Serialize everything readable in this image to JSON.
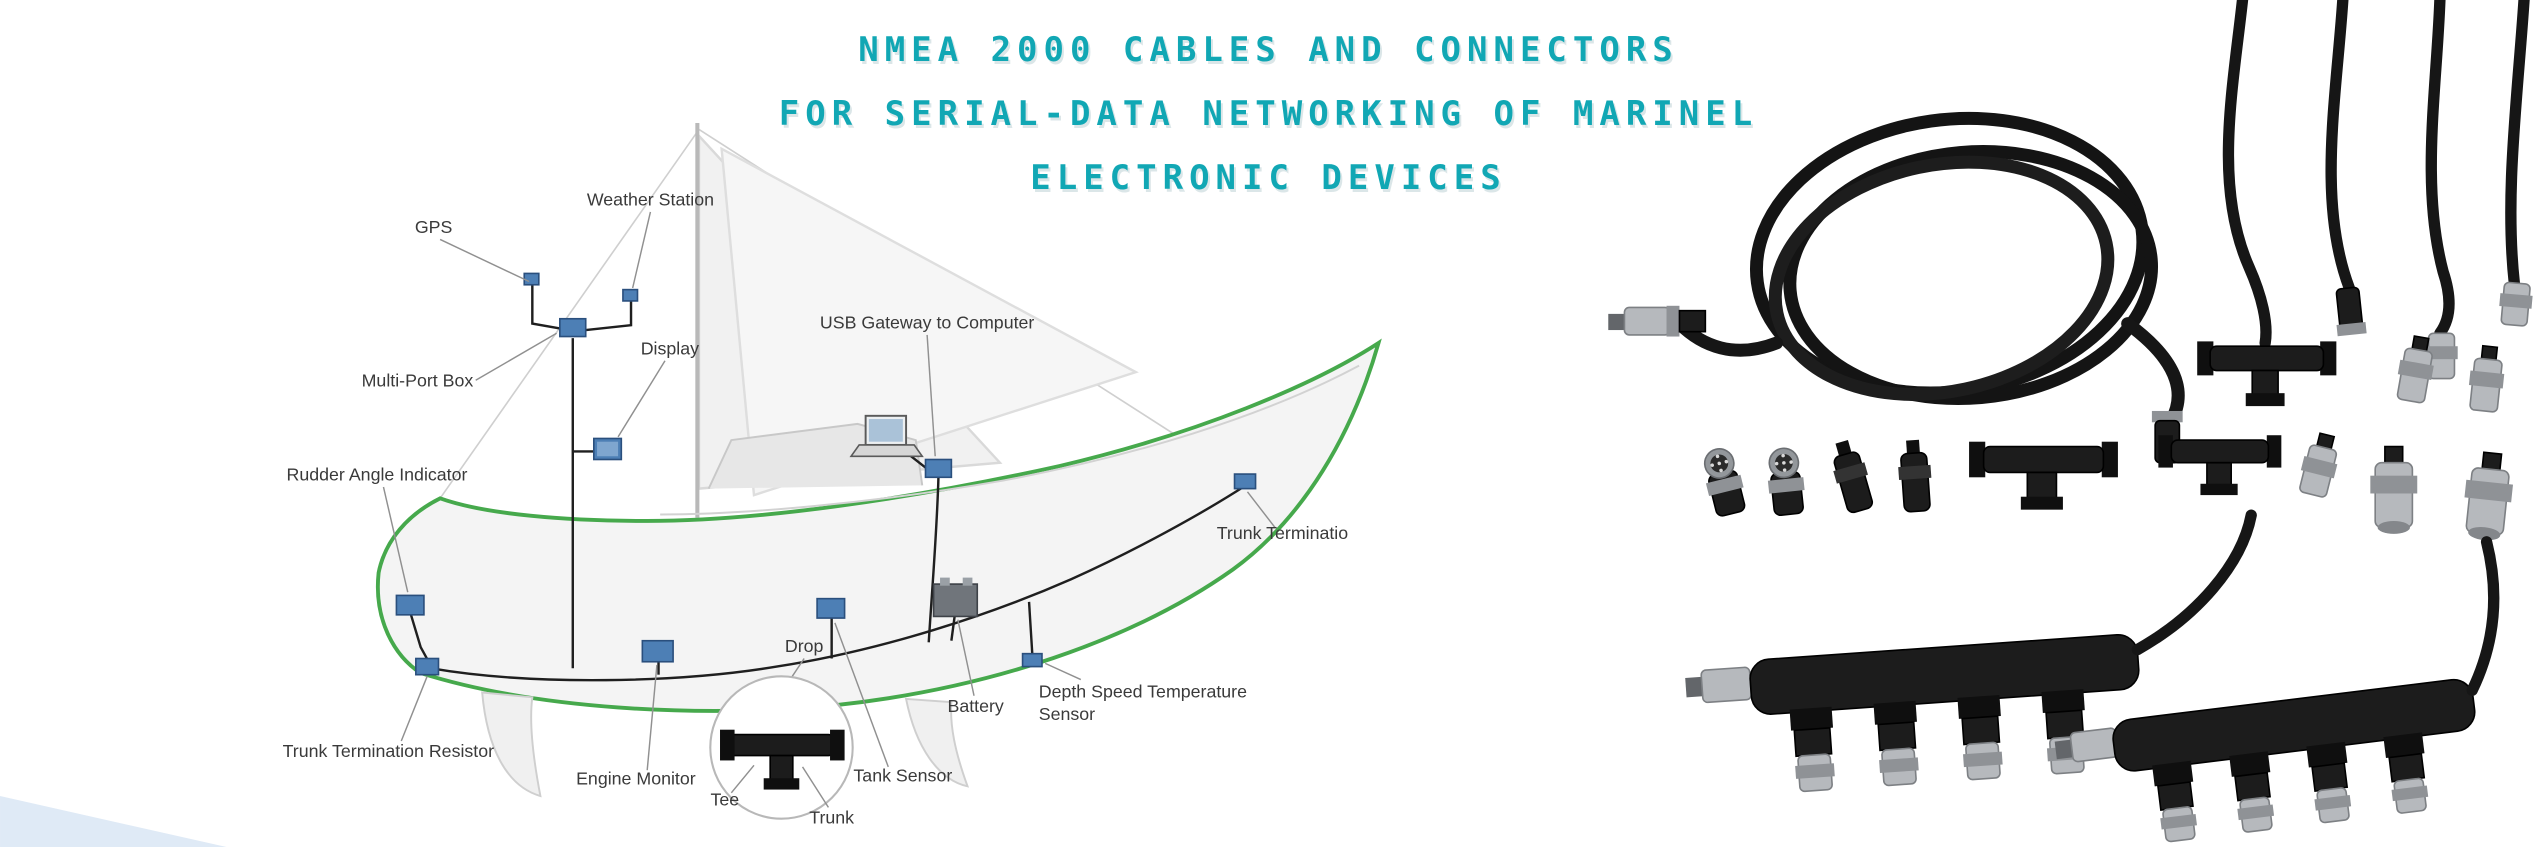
{
  "banner": {
    "title_lines": [
      "NMEA 2000 CABLES AND CONNECTORS",
      "FOR SERIAL-DATA NETWORKING OF MARINEL",
      "ELECTRONIC DEVICES"
    ],
    "title_color": "#11a7b4",
    "background_color": "#ffffff"
  },
  "diagram": {
    "hull_outline_color": "#46a94c",
    "node_color": "#4d7fb5",
    "labels": {
      "gps": "GPS",
      "weather_station": "Weather Station",
      "display": "Display",
      "multi_port_box": "Multi-Port Box",
      "usb_gateway": "USB Gateway to Computer",
      "rudder_angle_indicator": "Rudder Angle Indicator",
      "trunk_termination": "Trunk Terminatio",
      "drop": "Drop",
      "battery": "Battery",
      "depth_sensor_line1": "Depth Speed Temperature",
      "depth_sensor_line2": "Sensor",
      "trunk_termination_resistor": "Trunk Termination Resistor",
      "engine_monitor": "Engine Monitor",
      "tee": "Tee",
      "trunk": "Trunk",
      "tank_sensor": "Tank Sensor"
    }
  }
}
